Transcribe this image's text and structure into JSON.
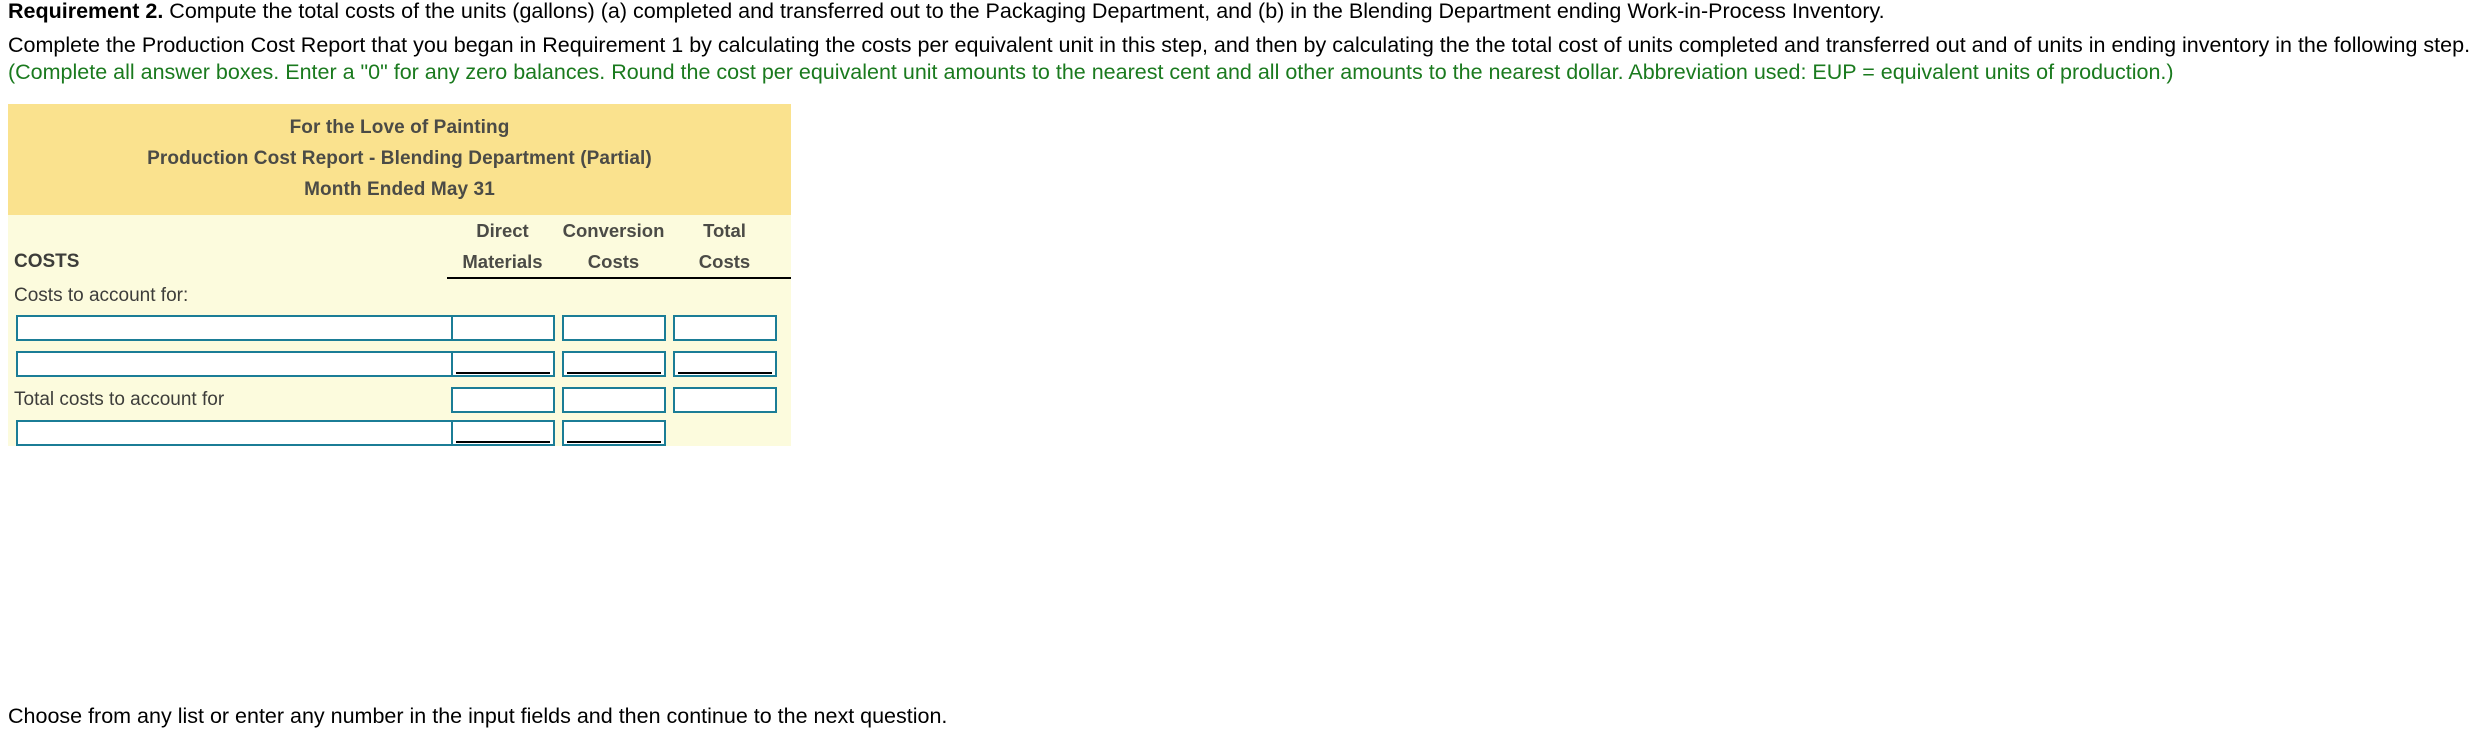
{
  "requirement": {
    "label": "Requirement 2.",
    "text": " Compute the total costs of the units (gallons) (a) completed and transferred out to the Packaging Department, and (b) in the Blending Department ending Work-in-Process Inventory."
  },
  "instructions": {
    "black_part": "Complete the Production Cost Report that you began in Requirement 1 by calculating the costs per equivalent unit in this step, and then by calculating the the total cost of units completed and transferred out and of units in ending inventory in the following step. ",
    "green_part": "(Complete all answer boxes. Enter a \"0\" for any zero balances. Round the cost per equivalent unit amounts to the nearest cent and all other amounts to the nearest dollar. Abbreviation used: EUP = equivalent units of production.)"
  },
  "report": {
    "header_lines": [
      "For the Love of Painting",
      "Production Cost Report - Blending Department (Partial)",
      "Month Ended May 31"
    ],
    "columns": [
      {
        "line1": "Direct",
        "line2": "Materials"
      },
      {
        "line1": "Conversion",
        "line2": "Costs"
      },
      {
        "line1": "Total",
        "line2": "Costs"
      }
    ],
    "section_label": "COSTS",
    "rows": [
      {
        "kind": "text",
        "label": "Costs to account for:"
      },
      {
        "kind": "inputs",
        "label_value": "",
        "label_placeholder": "",
        "cells": [
          "",
          "",
          ""
        ],
        "rule": false
      },
      {
        "kind": "inputs",
        "label_value": "",
        "label_placeholder": "",
        "cells": [
          "",
          "",
          ""
        ],
        "rule": true
      },
      {
        "kind": "label-inputs",
        "label": "Total costs to account for",
        "cells": [
          "",
          "",
          ""
        ],
        "rule": false
      },
      {
        "kind": "inputs-partial",
        "label_value": "",
        "label_placeholder": "",
        "cells": [
          "",
          ""
        ],
        "rule": true
      }
    ]
  },
  "footnote": {
    "text": "Choose from any list or enter any number in the input fields and then continue to the next question."
  },
  "colors": {
    "header_band": "#fae28e",
    "table_body": "#fcfbdd",
    "input_border": "#1b7d96",
    "instruction_green": "#1a7a1e",
    "header_text": "#4b4b46"
  }
}
